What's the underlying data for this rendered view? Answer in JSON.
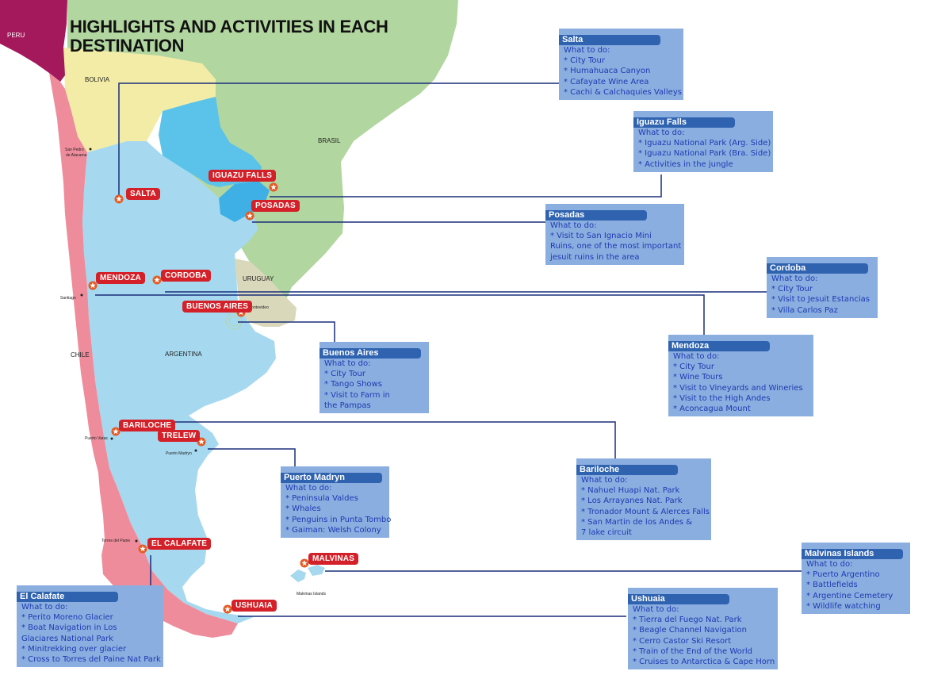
{
  "title": "HIGHLIGHTS AND ACTIVITIES IN EACH DESTINATION",
  "countries": {
    "peru": "PERU",
    "bolivia": "BOLIVIA",
    "brasil": "BRASIL",
    "uruguay": "URUGUAY",
    "argentina": "ARGENTINA",
    "chile": "CHILE"
  },
  "cities": {
    "san_pedro_1": "San Pedro",
    "san_pedro_2": "de Atacama",
    "santiago": "Santiago",
    "montevideo": "Montevideo",
    "puerto_varas": "Puerto Varas",
    "puerto_madryn": "Puerto Madryn",
    "torres_del_paine": "Torres del Paine",
    "malvinas_islands": "Malvinas Islands"
  },
  "badges": {
    "salta": "SALTA",
    "iguazu": "IGUAZU FALLS",
    "posadas": "POSADAS",
    "mendoza": "MENDOZA",
    "cordoba": "CORDOBA",
    "buenos_aires": "BUENOS AIRES",
    "bariloche": "BARILOCHE",
    "trelew": "TRELEW",
    "el_calafate": "EL CALAFATE",
    "malvinas": "MALVINAS",
    "ushuaia": "USHUAIA"
  },
  "boxes": {
    "salta": {
      "title": "Salta",
      "lines": [
        "What to do:",
        "* City Tour",
        "* Humahuaca Canyon",
        "* Cafayate Wine Area",
        "* Cachi & Calchaquies Valleys"
      ]
    },
    "iguazu": {
      "title": "Iguazu Falls",
      "lines": [
        "What to do:",
        "* Iguazu National Park (Arg. Side)",
        "* Iguazu National Park (Bra. Side)",
        "* Activities in the jungle"
      ]
    },
    "posadas": {
      "title": "Posadas",
      "lines": [
        "What to do:",
        "* Visit to San Ignacio Mini",
        "Ruins, one of the most important",
        "jesuit ruins in the area"
      ]
    },
    "cordoba": {
      "title": "Cordoba",
      "lines": [
        "What to do:",
        "* City Tour",
        "* Visit to Jesuit Estancias",
        "* Villa Carlos Paz"
      ]
    },
    "mendoza": {
      "title": "Mendoza",
      "lines": [
        "What to do:",
        "* City Tour",
        "* Wine Tours",
        "* Visit to Vineyards and Wineries",
        "* Visit to the High Andes",
        "* Aconcagua Mount"
      ]
    },
    "buenos_aires": {
      "title": "Buenos Aires",
      "lines": [
        "What to do:",
        "* City Tour",
        "* Tango Shows",
        "* Visit to Farm in",
        "  the Pampas"
      ]
    },
    "bariloche": {
      "title": "Bariloche",
      "lines": [
        "What to do:",
        "* Nahuel Huapi Nat. Park",
        "* Los Arrayanes Nat. Park",
        "* Tronador Mount & Alerces Falls",
        "* San Martin de los Andes &",
        "  7 lake circuit"
      ]
    },
    "puerto_madryn": {
      "title": "Puerto Madryn",
      "lines": [
        "What to do:",
        "* Peninsula Valdes",
        "* Whales",
        "* Penguins in Punta Tombo",
        "* Gaiman: Welsh Colony"
      ]
    },
    "malvinas": {
      "title": "Malvinas Islands",
      "lines": [
        "What to do:",
        "* Puerto Argentino",
        "* Battlefields",
        "* Argentine Cemetery",
        "* Wildlife watching"
      ]
    },
    "el_calafate": {
      "title": "El Calafate",
      "lines": [
        "What to do:",
        "* Perito Moreno Glacier",
        "* Boat Navigation in Los",
        "Glaciares National Park",
        "* Minitrekking over glacier",
        "* Cross to Torres del Paine Nat Park"
      ]
    },
    "ushuaia": {
      "title": "Ushuaia",
      "lines": [
        "What to do:",
        "* Tierra del Fuego Nat. Park",
        "* Beagle Channel Navigation",
        "* Cerro Castor Ski Resort",
        "* Train of the End of the World",
        "* Cruises to Antarctica & Cape Horn"
      ]
    }
  },
  "colors": {
    "peru": "#a3195b",
    "bolivia": "#f2eca6",
    "brasil": "#b2d6a0",
    "paraguay": "#5bc2ea",
    "argentina": "#a6d9ef",
    "chile": "#ef8c9c",
    "uruguay": "#dad8ba",
    "misiones": "#3fb0e6",
    "badge": "#d42028",
    "box_bg": "#8aaee0",
    "box_header": "#2f63b0",
    "box_text": "#1d3bb0"
  }
}
